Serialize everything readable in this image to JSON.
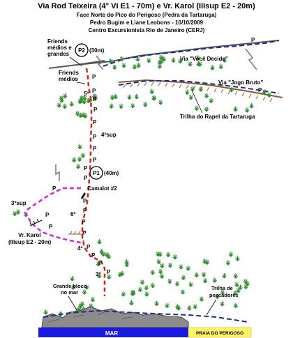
{
  "header": {
    "title": "Via Rod Teixeira (4° VI E1 - 70m) e Vr. Karol (IIIsup E2 - 20m)",
    "line1": "Face Norte do Pico do Perigoso (Pedra da Tartaruga)",
    "line2": "Pedro Bugim e Liane Leobons - 10/10/2009",
    "line3": "Centro Excursionista Rio de Janeiro (CERJ)"
  },
  "labels": {
    "friends_medios_grandes_1": "Friends",
    "friends_medios_grandes_2": "médios e",
    "friends_medios_grandes_3": "grandes",
    "friends_medios_1": "Friends",
    "friends_medios_2": "médios",
    "p2": "P2",
    "p2_len": "(30m)",
    "p1": "P1",
    "p1_len": "(40m)",
    "via_voce_decide": "Via \"Você Decide\"",
    "via_jogo_bruto": "Via \"Jogo Bruto\"",
    "trilha_rapel": "Trilha do Rapel da Tartaruga",
    "grade_5": "5º",
    "grade_4sup_a": "4ºsup",
    "grade_6": "6º",
    "grade_4": "4º",
    "grade_3": "3º",
    "grade_3sup": "3ºsup",
    "camalot": "Camalot #2",
    "vr_karol_1": "Vr. Karol",
    "vr_karol_2": "(IIIsup E2 - 20m)",
    "grande_bloco_1": "Grande bloco",
    "grande_bloco_2": "no mar",
    "trilha_pescadores_1": "Trilha de",
    "trilha_pescadores_2": "pescadores",
    "mar": "MAR",
    "praia": "PRAIA DO PERIGOSO",
    "p": "P"
  },
  "colors": {
    "route_main": "#e0201b",
    "route_variant": "#e020e0",
    "trail": "#1a2e8c",
    "vegetation": "#2e8b2e",
    "sea": "#1a1ae0",
    "beach": "#fff36b",
    "rock": "#8c8c8c",
    "soil": "#8b5a2b"
  }
}
